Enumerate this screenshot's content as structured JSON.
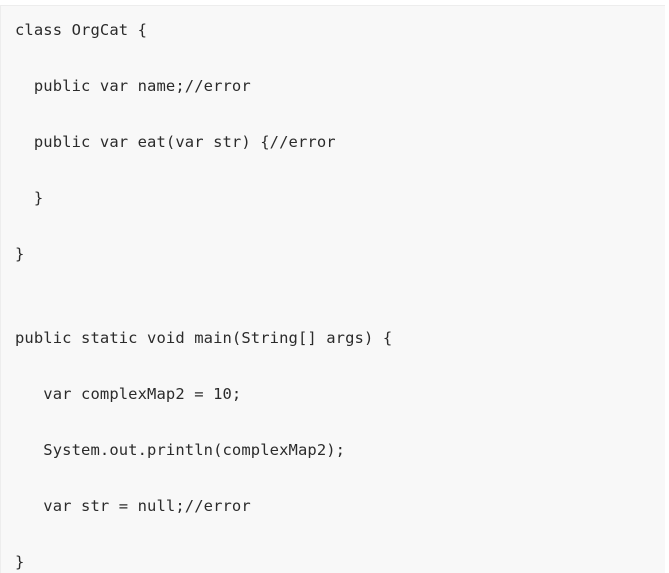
{
  "code": {
    "lines": [
      "class OrgCat {",
      "  public var name;//error",
      "  public var eat(var str) {//error",
      "  }",
      "}",
      "public static void main(String[] args) {",
      "   var complexMap2 = 10;",
      "   System.out.println(complexMap2);",
      "   var str = null;//error",
      "}"
    ]
  }
}
